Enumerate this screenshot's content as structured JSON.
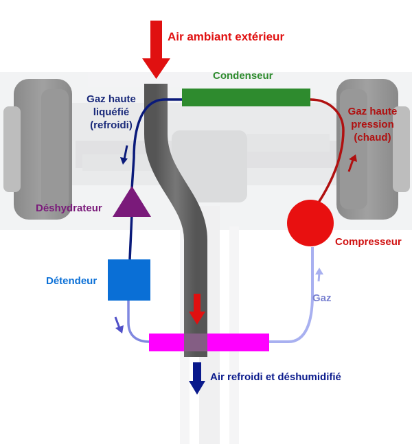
{
  "colors": {
    "hot_air": "#e01010",
    "cold_air": "#0a1a8c",
    "condenser": "#2e8b2e",
    "high_pressure_hot": "#b01010",
    "high_pressure_liquid": "#0a1a7a",
    "dehydrator": "#7a1a7a",
    "expansion_valve": "#0a6fd6",
    "evaporator": "#ff00ff",
    "low_pressure_gas": "#a8b0f0",
    "compressor": "#e81010",
    "air_duct": "#666666"
  },
  "labels": {
    "air_in": "Air ambiant extérieur",
    "condenser": "Condenseur",
    "liquid_gas": [
      "Gaz haute",
      "liquéfié",
      "(refroidi)"
    ],
    "hot_gas": [
      "Gaz haute",
      "pression",
      "(chaud)"
    ],
    "dehydrator": "Déshydrateur",
    "compressor": "Compresseur",
    "expansion_valve": "Détendeur",
    "gas": "Gaz",
    "air_out": "Air refroidi et déshumidifié"
  },
  "icons": {
    "air_in_arrow": "arrow-down-icon",
    "air_out_arrow": "arrow-down-icon"
  }
}
